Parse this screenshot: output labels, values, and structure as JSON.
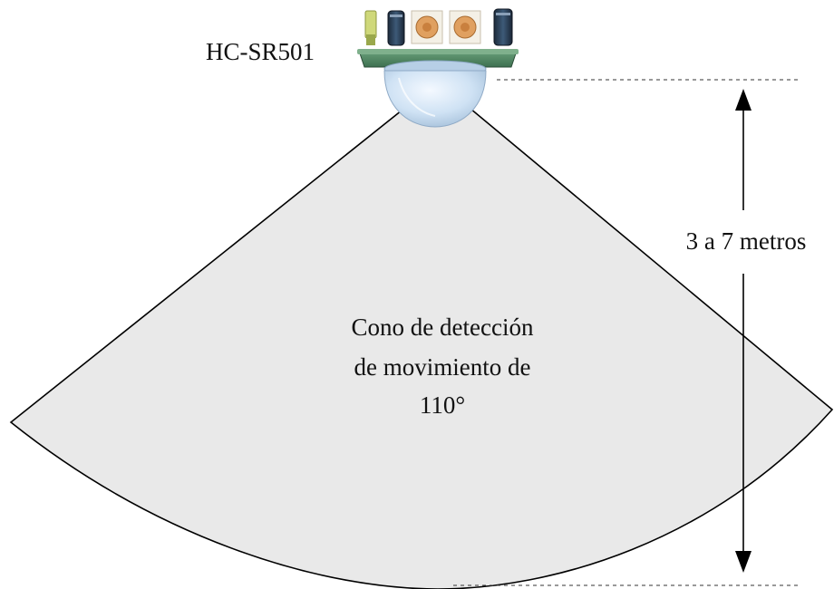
{
  "sensor": {
    "label": "HC-SR501"
  },
  "cone": {
    "line1": "Cono de detección",
    "line2": "de movimiento de",
    "line3": "110°"
  },
  "range": {
    "label": "3 a 7 metros"
  },
  "colors": {
    "cone_fill": "#e9e9e9",
    "outline": "#000000",
    "pcb_green": "#4a8a5a",
    "dome_blue": "#c9dff2"
  }
}
